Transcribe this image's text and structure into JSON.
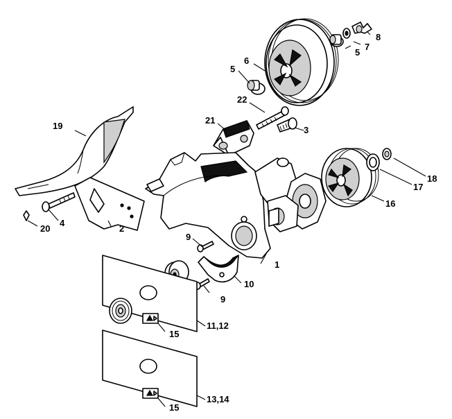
{
  "diagram": {
    "callouts": {
      "c1": "1",
      "c2": "2",
      "c3": "3",
      "c4": "4",
      "c5a": "5",
      "c5b": "5",
      "c6": "6",
      "c7": "7",
      "c8": "8",
      "c9a": "9",
      "c9b": "9",
      "c10": "10",
      "c11_12": "11,12",
      "c13_14": "13,14",
      "c15a": "15",
      "c15b": "15",
      "c16": "16",
      "c17": "17",
      "c18": "18",
      "c19": "19",
      "c20": "20",
      "c21": "21",
      "c22": "22"
    }
  }
}
